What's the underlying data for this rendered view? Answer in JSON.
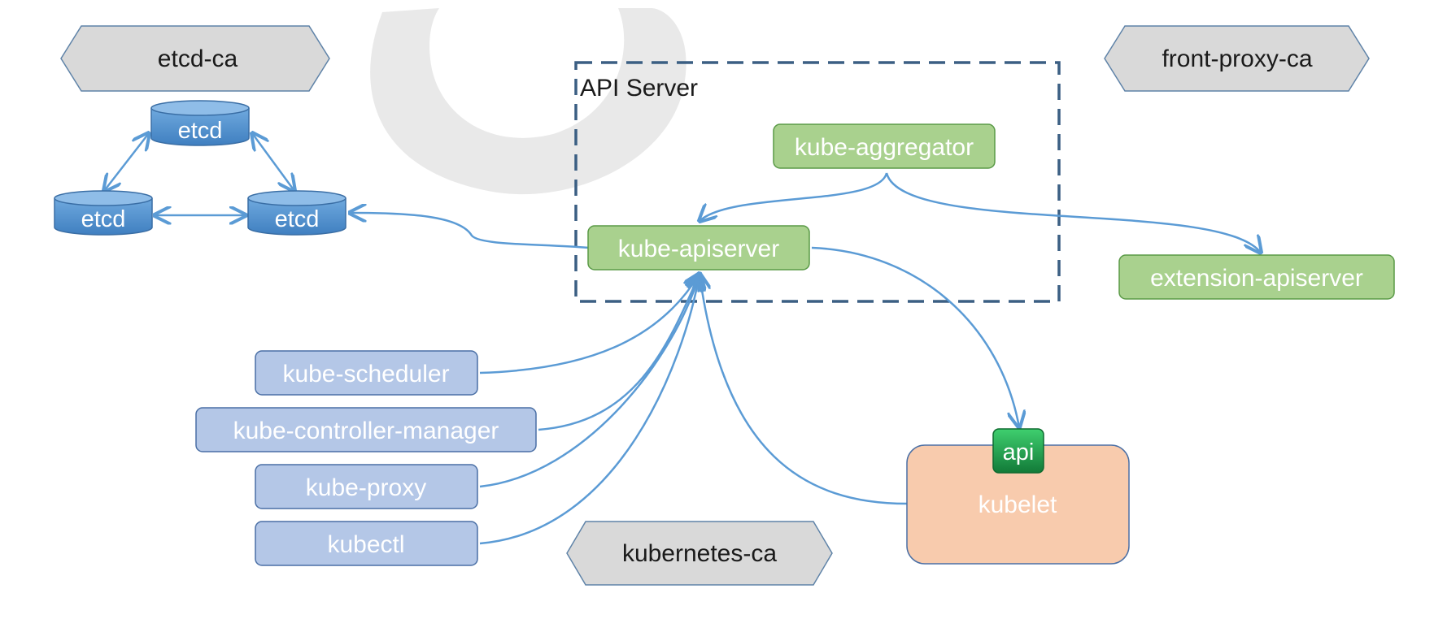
{
  "ca": {
    "etcd_ca": "etcd-ca",
    "front_proxy_ca": "front-proxy-ca",
    "kubernetes_ca": "kubernetes-ca"
  },
  "etcd_nodes": [
    "etcd",
    "etcd",
    "etcd"
  ],
  "api_server_group": {
    "title": "API Server",
    "aggregator": "kube-aggregator",
    "apiserver": "kube-apiserver"
  },
  "extension_apiserver": "extension-apiserver",
  "clients": [
    "kube-scheduler",
    "kube-controller-manager",
    "kube-proxy",
    "kubectl"
  ],
  "kubelet": {
    "label": "kubelet",
    "api_badge": "api"
  },
  "colors": {
    "ca_fill": "#d9d9d9",
    "ca_stroke": "#5f83a8",
    "etcd_fill": "#5b9bd5",
    "green_fill": "#a9d18e",
    "green_stroke": "#5a9a47",
    "client_fill": "#b4c7e7",
    "client_stroke": "#4a6fa5",
    "kubelet_fill": "#f8cbad",
    "api_badge_fill": "#1e9e4e",
    "connector": "#5b9bd5",
    "dashed_border": "#3b5f83"
  }
}
